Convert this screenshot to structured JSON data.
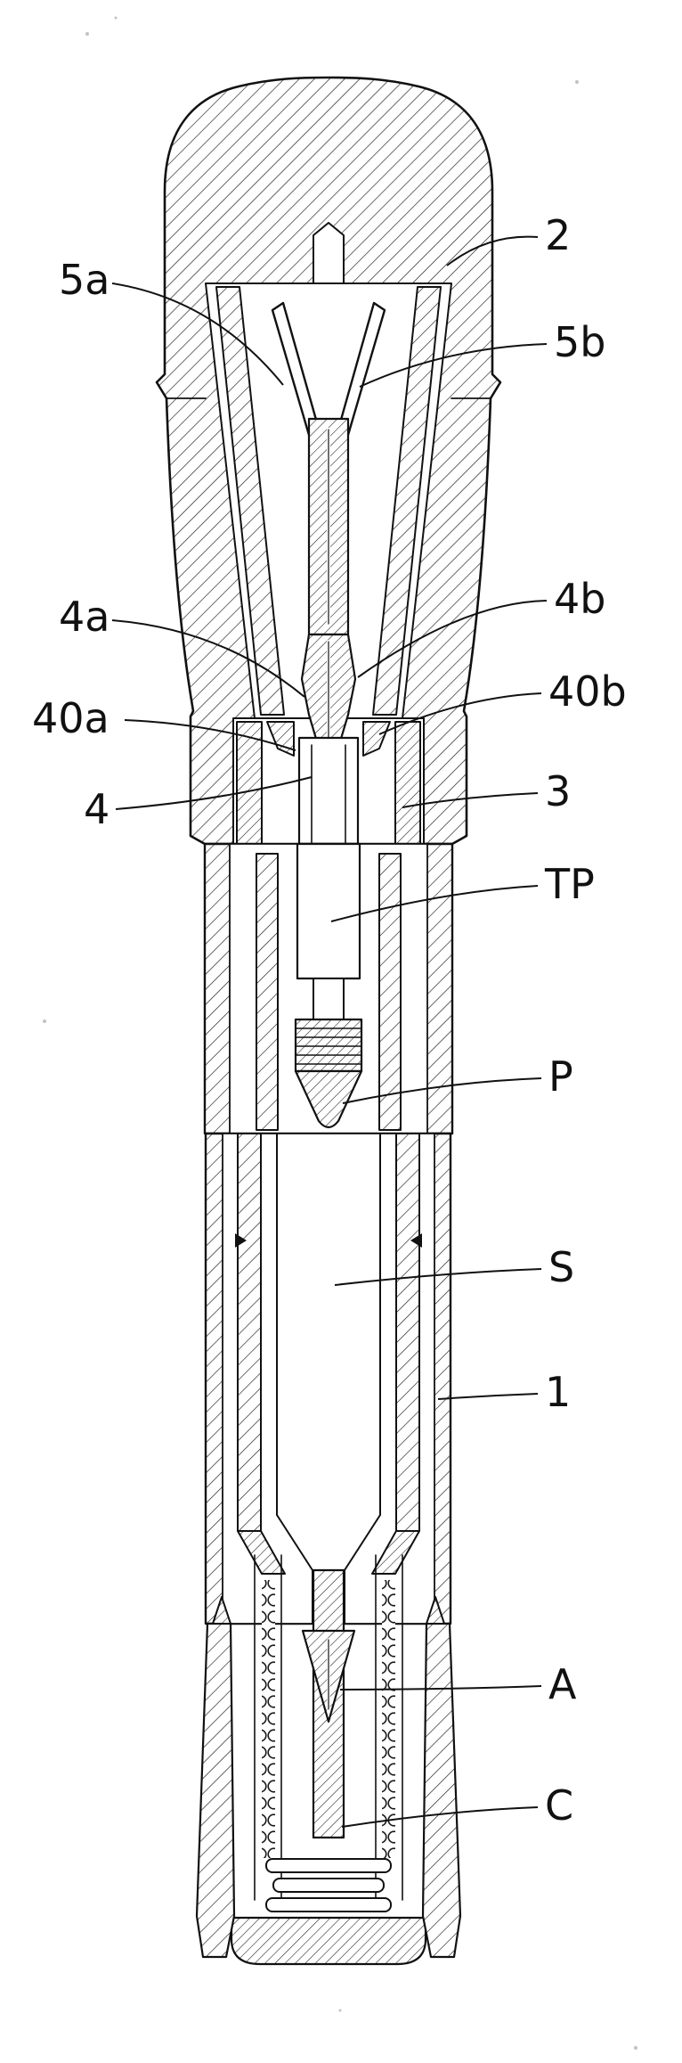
{
  "figure": {
    "type": "patent-cross-section-drawing",
    "labels": {
      "l2": "2",
      "l5a": "5a",
      "l5b": "5b",
      "l4a": "4a",
      "l4b": "4b",
      "l40a": "40a",
      "l40b": "40b",
      "l4": "4",
      "l3": "3",
      "lTP": "TP",
      "lP": "P",
      "lS": "S",
      "l1": "1",
      "lA": "A",
      "lC": "C"
    },
    "colors": {
      "ink": "#1a1a1a",
      "paper": "#ffffff"
    }
  }
}
